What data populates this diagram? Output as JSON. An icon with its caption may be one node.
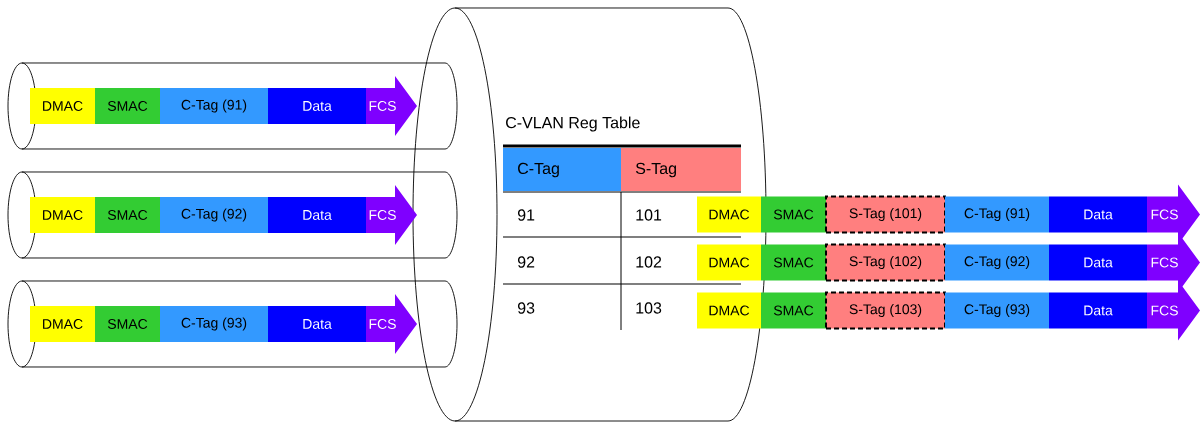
{
  "diagram": {
    "nodes": [
      {
        "text": [],
        "shape": "cylinder"
      },
      {
        "text": [],
        "shape": "cylinder"
      },
      {
        "text": [
          "DMAC"
        ],
        "in": 1
      },
      {
        "text": [
          "SMAC"
        ],
        "in": 1
      },
      {
        "text": [
          "C-Tag (91)"
        ],
        "in": 1
      },
      {
        "text": [
          "Data"
        ],
        "in": 1
      },
      {
        "text": [
          "FCS"
        ],
        "in": 1
      },
      {
        "text": [],
        "shape": "cylinder"
      },
      {
        "text": [
          "DMAC"
        ],
        "in": 7
      },
      {
        "text": [
          "SMAC"
        ],
        "in": 7
      },
      {
        "text": [
          "C-Tag (92)"
        ],
        "in": 7
      },
      {
        "text": [
          "Data"
        ],
        "in": 7
      },
      {
        "text": [
          "FCS"
        ],
        "in": 7
      },
      {
        "text": [],
        "shape": "cylinder"
      },
      {
        "text": [
          "DMAC"
        ],
        "in": 13
      },
      {
        "text": [
          "SMAC"
        ],
        "in": 13
      },
      {
        "text": [
          "C-Tag (93)"
        ],
        "in": 13
      },
      {
        "text": [
          "Data"
        ],
        "in": 13
      },
      {
        "text": [
          "FCS"
        ],
        "in": 13
      },
      {
        "text": [
          "DMAC"
        ],
        "in": 0
      },
      {
        "text": [
          "SMAC"
        ]
      },
      {
        "text": [
          "S-Tag (101)"
        ]
      },
      {
        "text": [
          "C-Tag (91)"
        ]
      },
      {
        "text": [
          "Data"
        ]
      },
      {
        "text": [
          "FCS"
        ]
      },
      {
        "text": [
          "DMAC"
        ],
        "in": 0
      },
      {
        "text": [
          "SMAC"
        ]
      },
      {
        "text": [
          "S-Tag (102)"
        ]
      },
      {
        "text": [
          "C-Tag (92)"
        ]
      },
      {
        "text": [
          "Data"
        ]
      },
      {
        "text": [
          "FCS"
        ]
      },
      {
        "text": [
          "DMAC"
        ],
        "in": 0
      },
      {
        "text": [
          "SMAC"
        ]
      },
      {
        "text": [
          "S-Tag (103)"
        ]
      },
      {
        "text": [
          "C-Tag (93)"
        ]
      },
      {
        "text": [
          "Data"
        ]
      },
      {
        "text": [
          "FCS"
        ]
      }
    ],
    "labels": [
      "C-VLAN Reg Table",
      "C-Tag",
      "S-Tag",
      "91",
      "101",
      "92",
      "102",
      "93",
      "103"
    ]
  }
}
